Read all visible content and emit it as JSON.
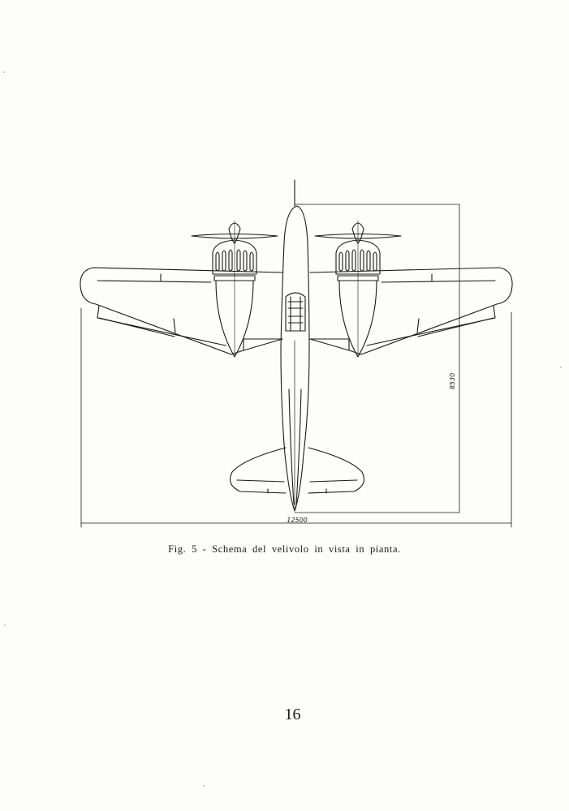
{
  "figure": {
    "span_label": "12500",
    "length_label": "8530"
  },
  "caption": "Fig. 5 - Schema del velivolo in vista in pianta.",
  "page_number": "16"
}
